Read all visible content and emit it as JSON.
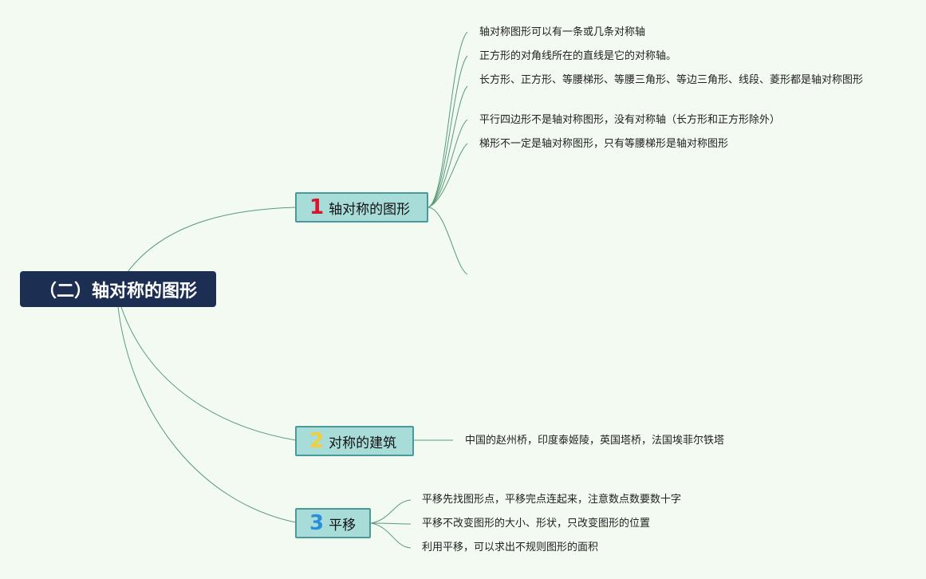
{
  "root": {
    "title": "（二）轴对称的图形"
  },
  "branches": [
    {
      "number": "1",
      "number_color": "#d7162f",
      "title": "轴对称的图形",
      "items": [
        "轴对称图形可以有一条或几条对称轴",
        "正方形的对角线所在的直线是它的对称轴。",
        "长方形、正方形、等腰梯形、等腰三角形、等边三角形、线段、菱形都是轴对称图形",
        "平行四边形不是轴对称图形，没有对称轴（长方形和正方形除外）",
        "梯形不一定是轴对称图形，只有等腰梯形是轴对称图形",
        ""
      ]
    },
    {
      "number": "2",
      "number_color": "#f2cf3a",
      "title": "对称的建筑",
      "items": [
        "中国的赵州桥，印度泰姬陵，英国塔桥，法国埃菲尔铁塔"
      ]
    },
    {
      "number": "3",
      "number_color": "#2a8fd8",
      "title": "平移",
      "items": [
        "平移先找图形点，平移完点连起来，注意数点数要数十字",
        "平移不改变图形的大小、形状，只改变图形的位置",
        "利用平移，可以求出不规则图形的面积"
      ]
    }
  ],
  "colors": {
    "background": "#f2faf1",
    "root_fill": "#1c2f53",
    "topic_fill": "#a8dcd9",
    "topic_border": "#4b9a9a",
    "connector": "#5a9a7a"
  }
}
